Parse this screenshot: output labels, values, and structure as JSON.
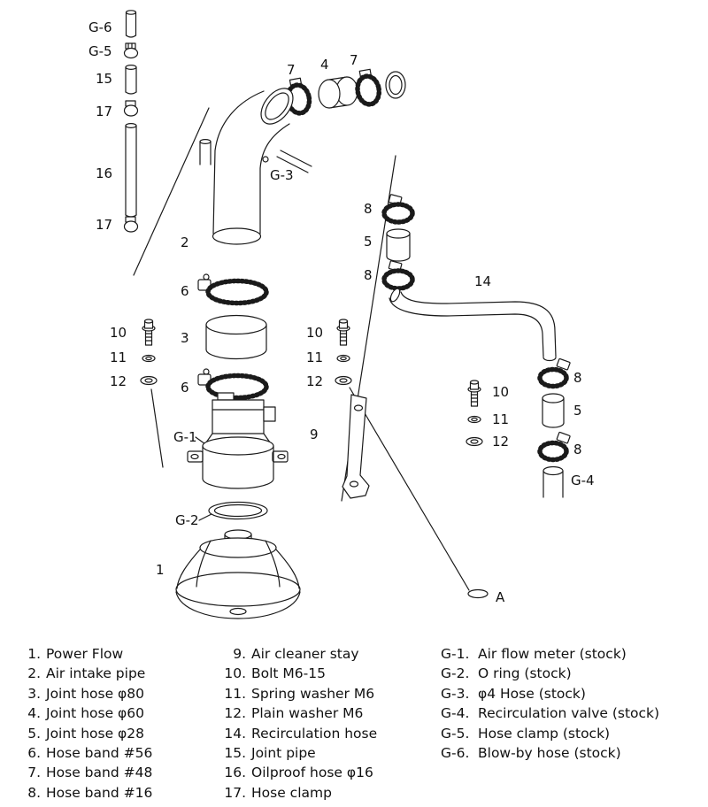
{
  "diagram": {
    "labels": {
      "g6": "G-6",
      "g5": "G-5",
      "n15": "15",
      "n17": "17",
      "n16": "16",
      "n7": "7",
      "n4": "4",
      "g3": "G-3",
      "n2": "2",
      "n8": "8",
      "n5": "5",
      "n14": "14",
      "n6": "6",
      "n3": "3",
      "n10": "10",
      "n11": "11",
      "n12": "12",
      "n9": "9",
      "g1": "G-1",
      "g2": "G-2",
      "n1": "1",
      "g4": "G-4",
      "a": "A"
    }
  },
  "legend": {
    "columns": [
      {
        "items": [
          {
            "num": "1.",
            "label": "Power Flow"
          },
          {
            "num": "2.",
            "label": "Air intake pipe"
          },
          {
            "num": "3.",
            "label": "Joint hose φ80"
          },
          {
            "num": "4.",
            "label": "Joint hose φ60"
          },
          {
            "num": "5.",
            "label": "Joint hose φ28"
          },
          {
            "num": "6.",
            "label": "Hose band #56"
          },
          {
            "num": "7.",
            "label": "Hose band #48"
          },
          {
            "num": "8.",
            "label": "Hose band #16"
          }
        ]
      },
      {
        "items": [
          {
            "num": "9.",
            "label": "Air cleaner stay"
          },
          {
            "num": "10.",
            "label": "Bolt M6-15"
          },
          {
            "num": "11.",
            "label": "Spring washer M6"
          },
          {
            "num": "12.",
            "label": "Plain washer M6"
          },
          {
            "num": "14.",
            "label": "Recirculation hose"
          },
          {
            "num": "15.",
            "label": "Joint pipe"
          },
          {
            "num": "16.",
            "label": "Oilproof hose φ16"
          },
          {
            "num": "17.",
            "label": "Hose clamp"
          }
        ]
      },
      {
        "items": [
          {
            "num": "G-1.",
            "label": "Air flow meter (stock)"
          },
          {
            "num": "G-2.",
            "label": "O ring (stock)"
          },
          {
            "num": "G-3.",
            "label": "φ4 Hose (stock)"
          },
          {
            "num": "G-4.",
            "label": "Recirculation valve (stock)"
          },
          {
            "num": "G-5.",
            "label": "Hose clamp (stock)"
          },
          {
            "num": "G-6.",
            "label": "Blow-by hose (stock)"
          }
        ]
      }
    ]
  },
  "colors": {
    "line": "#1a1a1a",
    "background": "#ffffff",
    "text": "#111111"
  }
}
